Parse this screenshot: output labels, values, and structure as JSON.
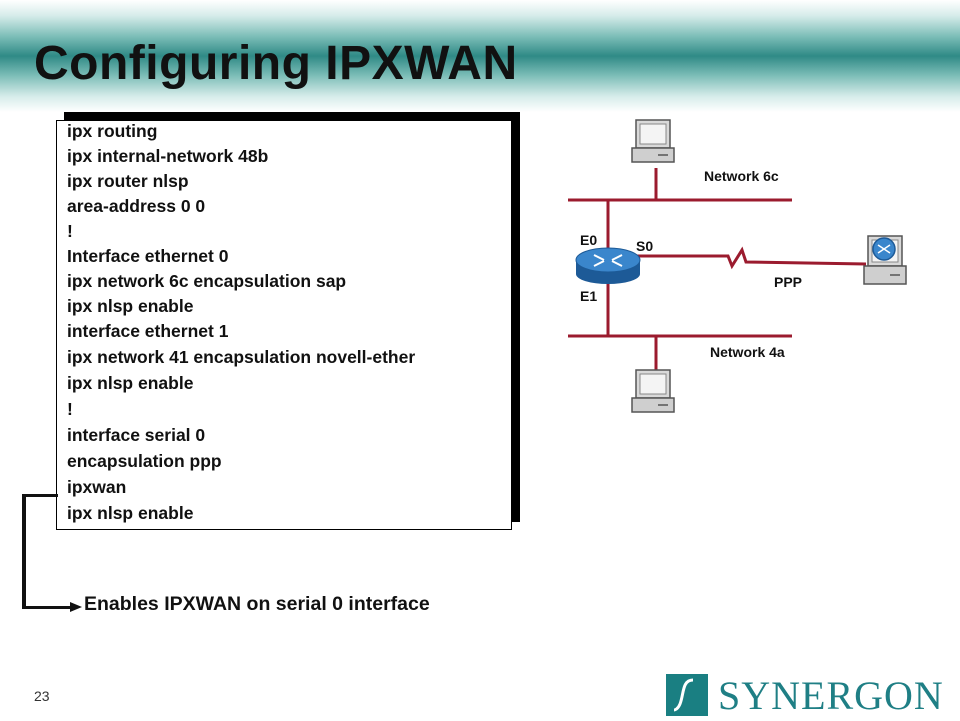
{
  "title": "Configuring IPXWAN",
  "config_lines": [
    "ipx routing",
    "ipx internal-network 48b",
    "ipx router nlsp",
    "area-address 0 0",
    "!",
    "Interface ethernet 0",
    "ipx network 6c encapsulation sap",
    "ipx nlsp enable",
    "interface ethernet 1",
    "ipx network 41 encapsulation novell-ether",
    "ipx nlsp enable",
    "!",
    "interface serial 0",
    "encapsulation ppp",
    "ipxwan",
    "ipx nlsp enable"
  ],
  "callout": "Enables IPXWAN on serial 0 interface",
  "diagram": {
    "network_top": "Network 6c",
    "network_bottom": "Network 4a",
    "port_e0": "E0",
    "port_e1": "E1",
    "port_s0": "S0",
    "link_type": "PPP"
  },
  "colors": {
    "link": "#9b1b2e",
    "router": "#2a6fb3",
    "brand": "#1f7f85"
  },
  "slide_number": "23",
  "logo": {
    "text": "SYNERGON",
    "icon": "synergon-logo-icon"
  }
}
